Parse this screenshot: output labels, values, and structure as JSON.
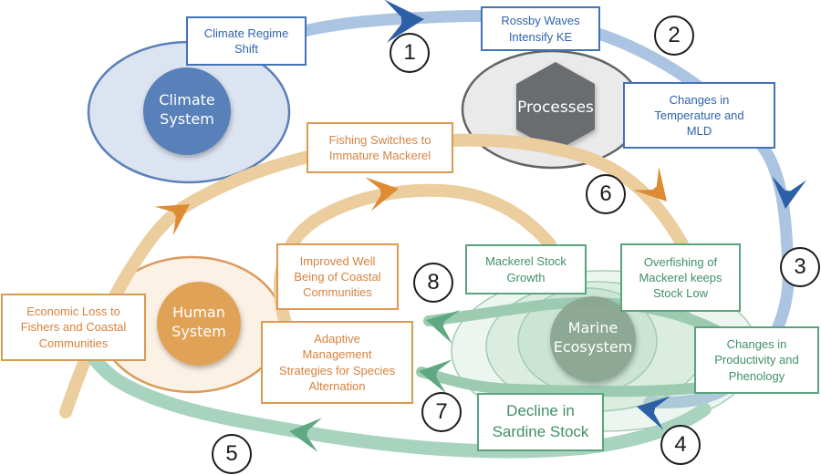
{
  "systems": [
    {
      "id": "climate-system",
      "label": "Climate\nSystem"
    },
    {
      "id": "processes",
      "label": "Processes"
    },
    {
      "id": "human-system",
      "label": "Human\nSystem"
    },
    {
      "id": "marine-ecosystem",
      "label": "Marine\nEcosystem"
    }
  ],
  "boxes": [
    {
      "id": "climate-regime-shift",
      "label": "Climate Regime\nShift",
      "color_group": "blue"
    },
    {
      "id": "rossby-waves",
      "label": "Rossby Waves\nIntensify KE",
      "color_group": "blue"
    },
    {
      "id": "changes-temperature-mld",
      "label": "Changes in\nTemperature and\nMLD",
      "color_group": "blue"
    },
    {
      "id": "fishing-switches",
      "label": "Fishing Switches to\nImmature Mackerel",
      "color_group": "orange"
    },
    {
      "id": "economic-loss",
      "label": "Economic Loss to\nFishers and Coastal\nCommunities",
      "color_group": "orange"
    },
    {
      "id": "improved-wellbeing",
      "label": "Improved Well\nBeing of Coastal\nCommunities",
      "color_group": "orange"
    },
    {
      "id": "adaptive-management",
      "label": "Adaptive\nManagement\nStrategies for Species\nAlternation",
      "color_group": "orange"
    },
    {
      "id": "mackerel-stock-growth",
      "label": "Mackerel Stock\nGrowth",
      "color_group": "green"
    },
    {
      "id": "overfishing-mackerel",
      "label": "Overfishing of\nMackerel keeps\nStock Low",
      "color_group": "green"
    },
    {
      "id": "changes-productivity",
      "label": "Changes in\nProductivity and\nPhenology",
      "color_group": "green"
    },
    {
      "id": "decline-sardine",
      "label": "Decline in\nSardine Stock",
      "color_group": "green"
    }
  ],
  "steps": [
    {
      "n": "1"
    },
    {
      "n": "2"
    },
    {
      "n": "3"
    },
    {
      "n": "4"
    },
    {
      "n": "5"
    },
    {
      "n": "6"
    },
    {
      "n": "7"
    },
    {
      "n": "8"
    }
  ],
  "colors": {
    "band_blue": "#aac4e2",
    "arrow_blue": "#2d5fa6",
    "band_tan": "#ebcd9e",
    "arrow_orange": "#de8c33",
    "band_green": "#9ccbb1",
    "band_green_light": "#a7d3bf",
    "arrow_green": "#5fa982",
    "box_blue_border": "#4273b5",
    "box_blue_text": "#2e63ae",
    "box_orange_border": "#da9a50",
    "box_orange_text": "#d8813c",
    "box_green_border": "#5aa37d",
    "box_green_text": "#3f9068",
    "climate_ellipse_fill": "#dde4f1",
    "climate_ellipse_border": "#5b7fb8",
    "climate_circle": "#5981ba",
    "processes_ellipse_fill": "#eaeaea",
    "processes_ellipse_border": "#616365",
    "processes_hexagon": "#6b6d6f",
    "human_ellipse_fill": "#fcf1e5",
    "human_ellipse_border": "#d99b5c",
    "human_circle": "#e0a257",
    "marine_ellipse_border": "#a3ccb4",
    "marine_circle": "#8ba694"
  }
}
